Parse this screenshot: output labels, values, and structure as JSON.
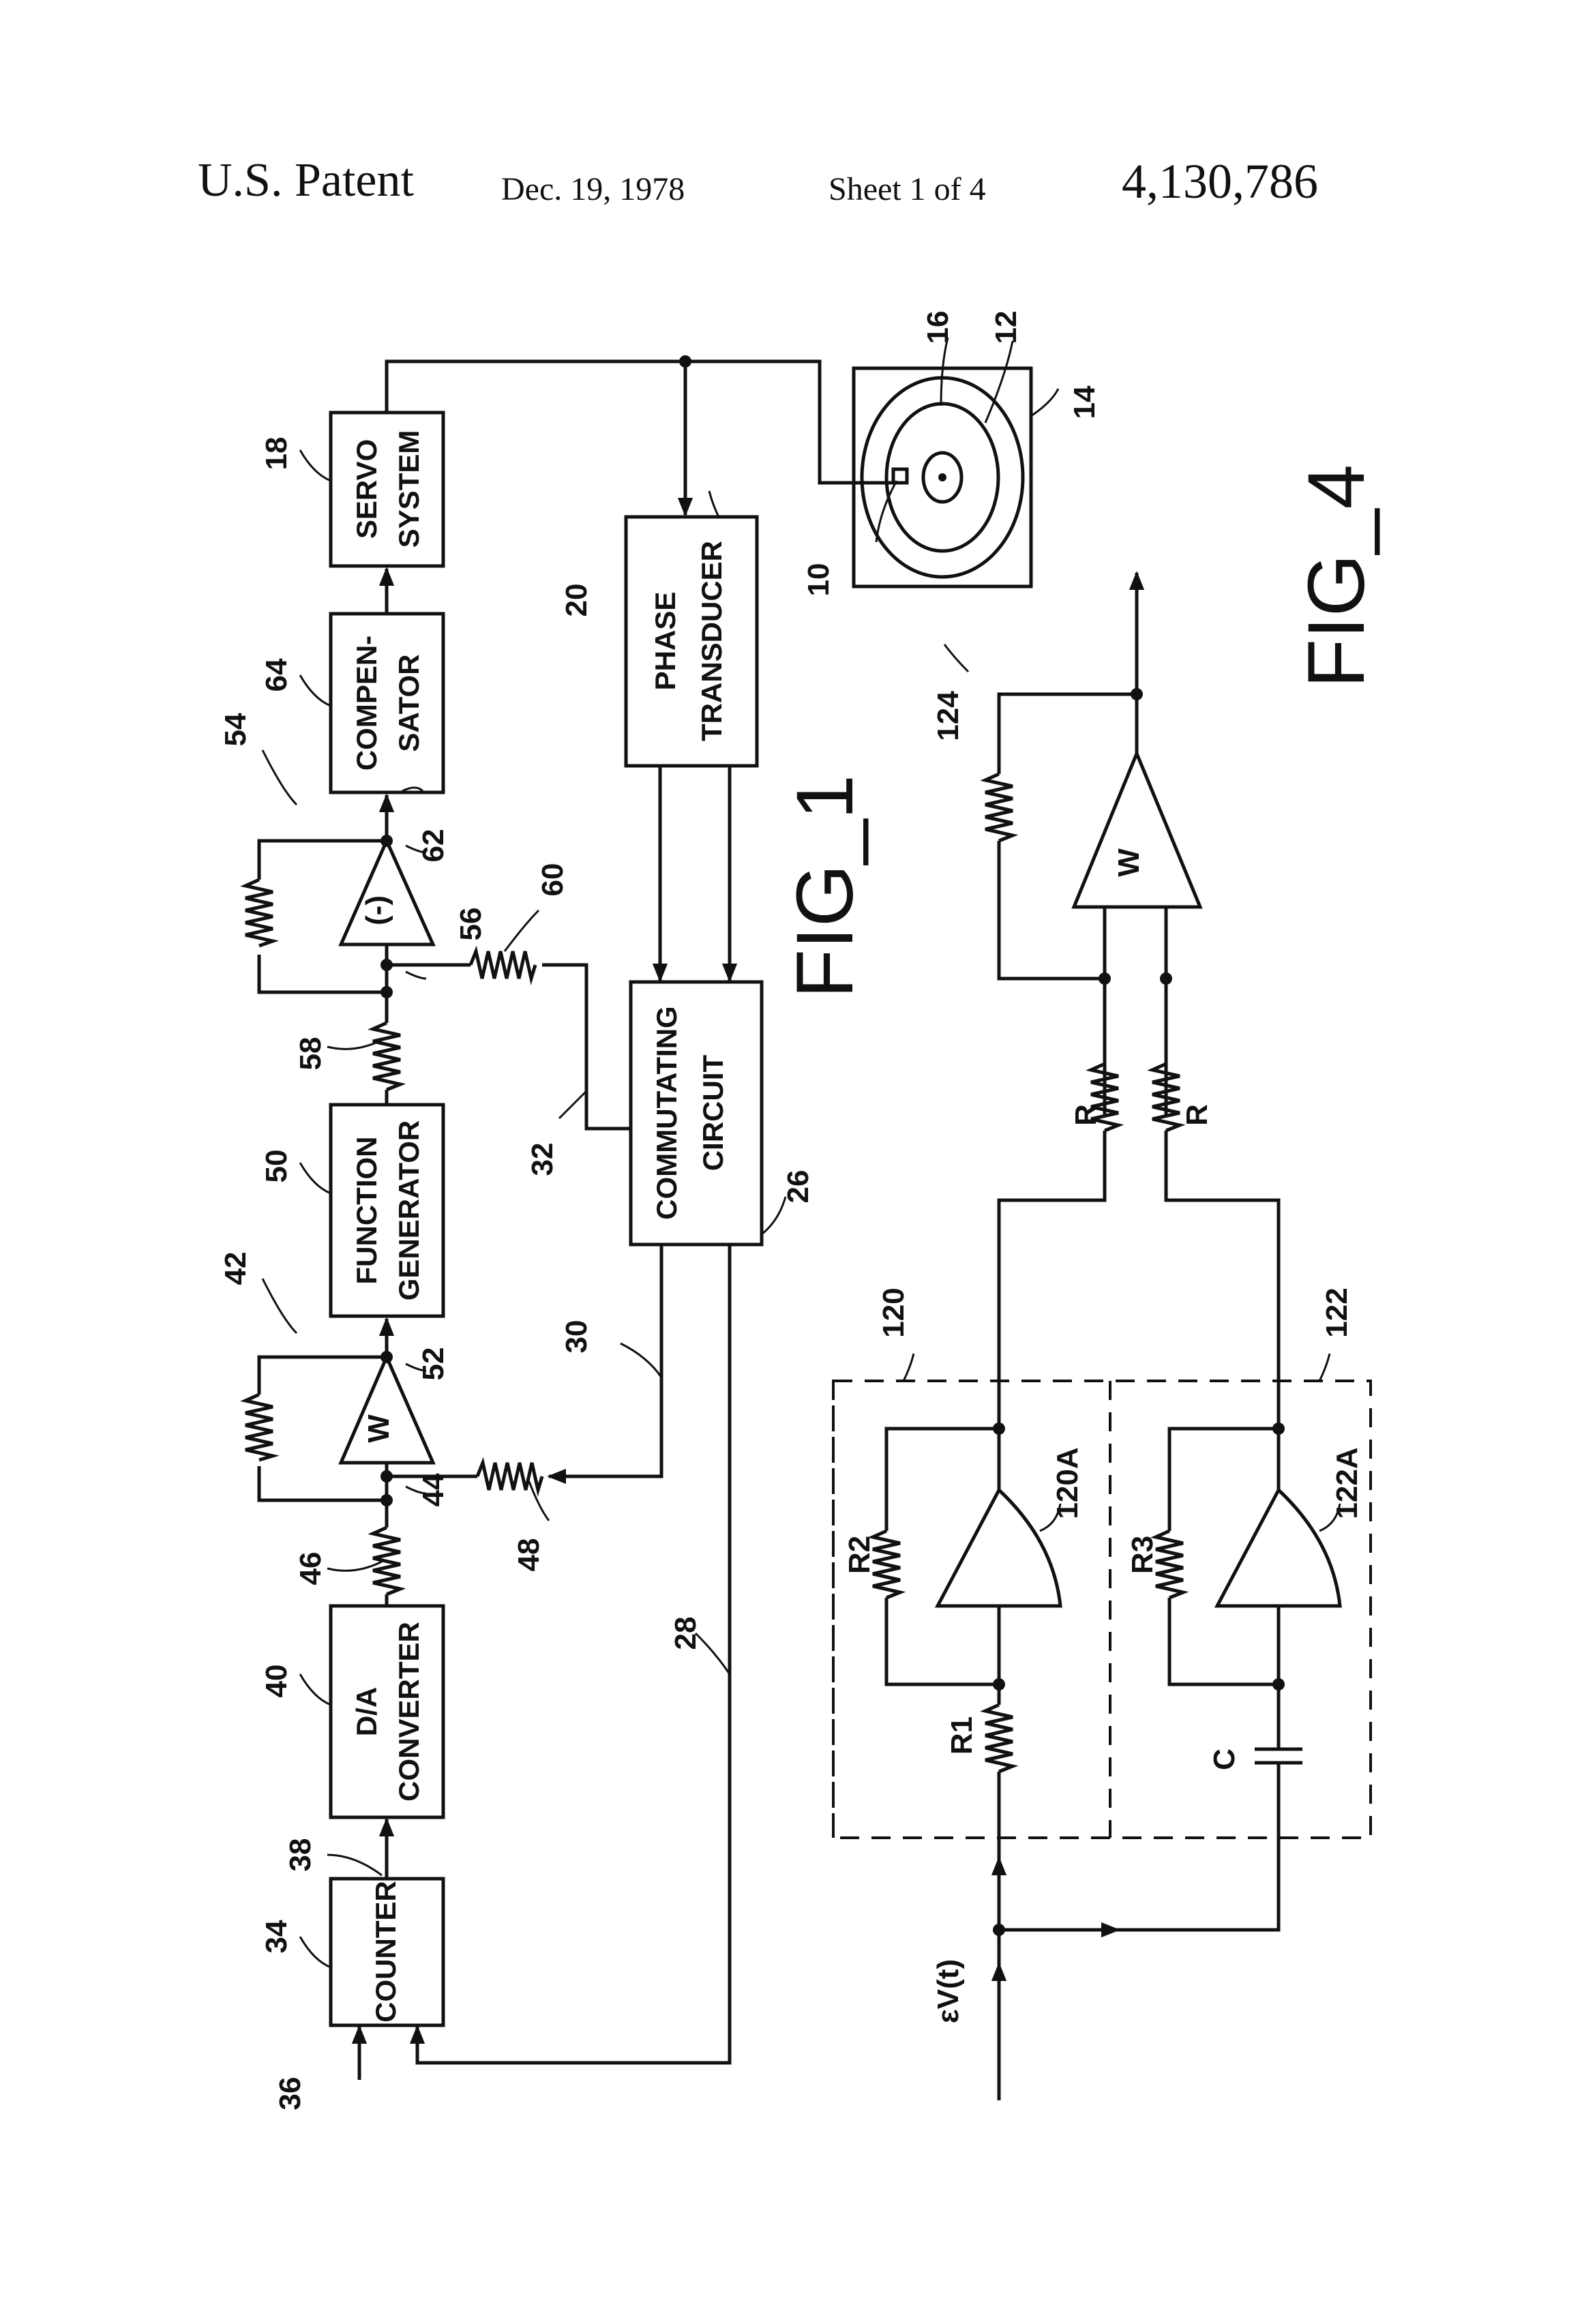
{
  "header": {
    "left": "U.S. Patent",
    "date": "Dec. 19, 1978",
    "sheet": "Sheet 1 of 4",
    "number": "4,130,786"
  },
  "fig1": {
    "title": "FIG_1",
    "blocks": {
      "counter": "COUNTER",
      "da_line1": "D/A",
      "da_line2": "CONVERTER",
      "fg_line1": "FUNCTION",
      "fg_line2": "GENERATOR",
      "comp_line1": "COMPEN-",
      "comp_line2": "SATOR",
      "servo_line1": "SERVO",
      "servo_line2": "SYSTEM",
      "phase_line1": "PHASE",
      "phase_line2": "TRANSDUCER",
      "comm_line1": "COMMUTATING",
      "comm_line2": "CIRCUIT"
    },
    "amp_w": "W",
    "amp_neg": "(-)",
    "refs": {
      "r10": "10",
      "r12": "12",
      "r14": "14",
      "r16": "16",
      "r18": "18",
      "r20": "20",
      "r26": "26",
      "r28": "28",
      "r30": "30",
      "r32": "32",
      "r34": "34",
      "r36": "36",
      "r38": "38",
      "r40": "40",
      "r42": "42",
      "r44": "44",
      "r46": "46",
      "r48": "48",
      "r50": "50",
      "r52": "52",
      "r54": "54",
      "r56": "56",
      "r58": "58",
      "r60": "60",
      "r62": "62",
      "r64": "64"
    }
  },
  "fig4": {
    "title": "FIG_4",
    "amp_w": "W",
    "input": "εV(t)",
    "labels": {
      "R1": "R1",
      "R2": "R2",
      "R3": "R3",
      "C": "C",
      "R_a": "R",
      "R_b": "R",
      "r120": "120",
      "r120A": "120A",
      "r122": "122",
      "r122A": "122A",
      "r124": "124"
    }
  }
}
